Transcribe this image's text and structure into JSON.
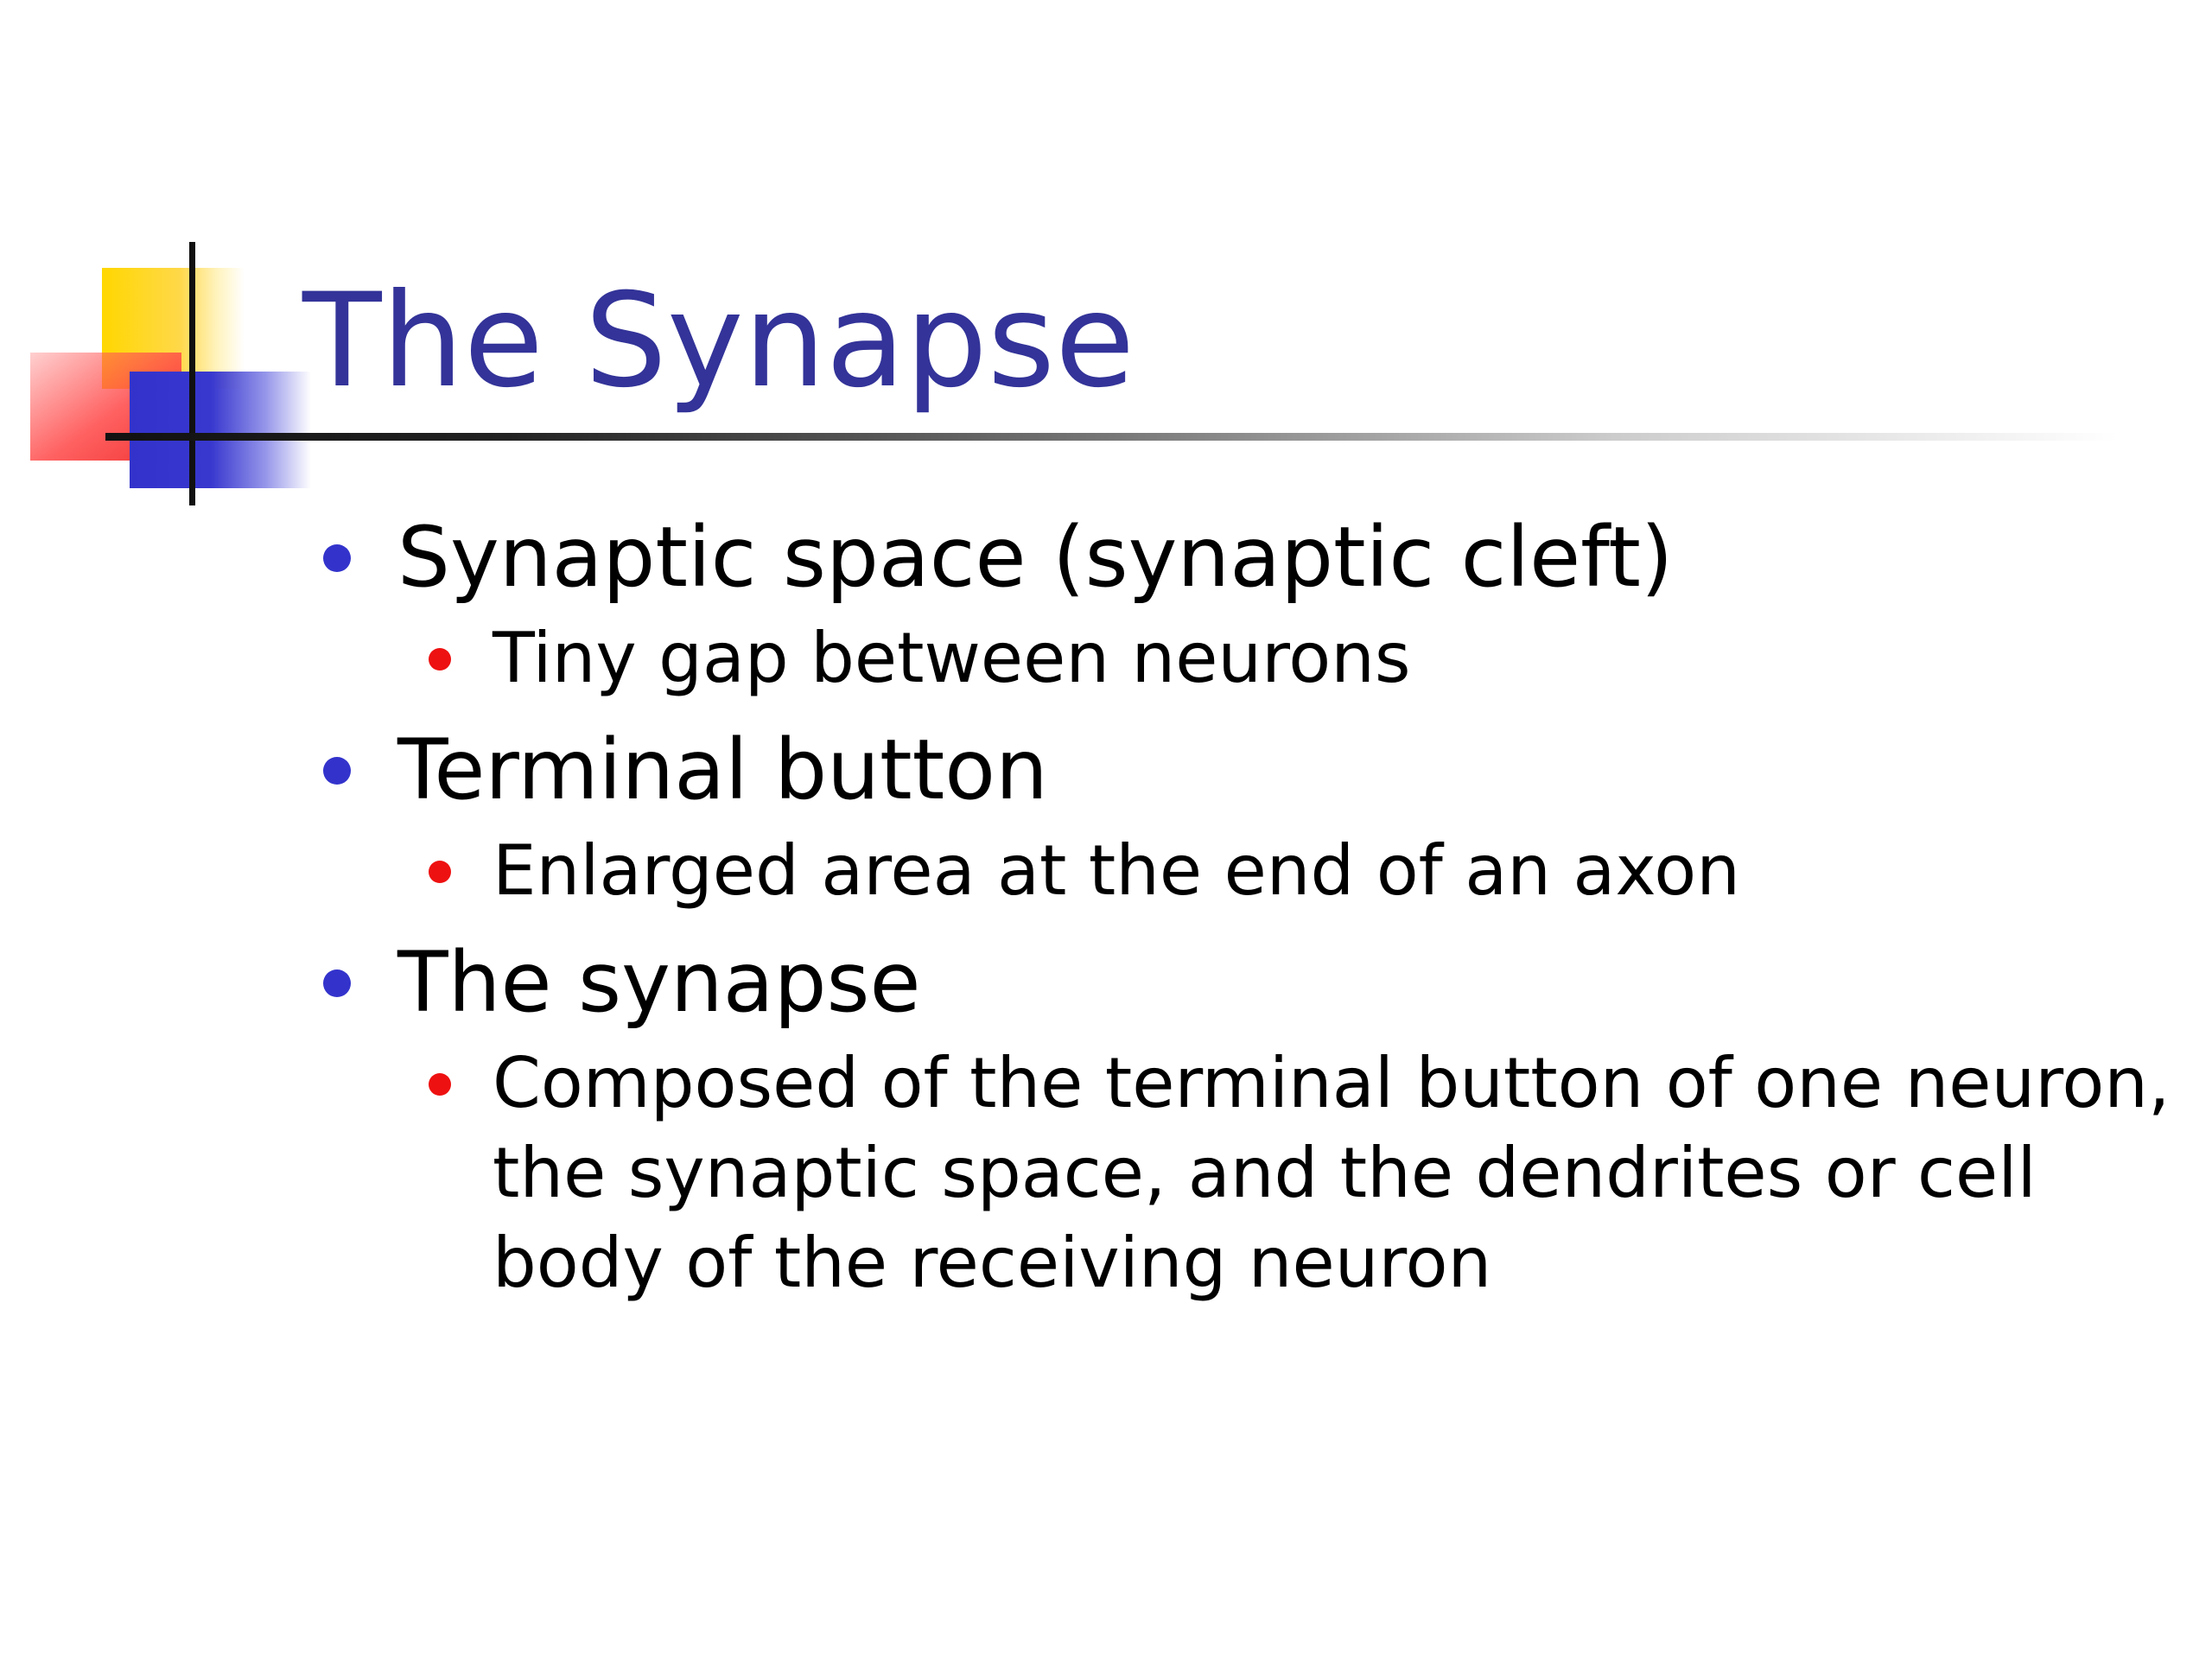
{
  "slide": {
    "title": "The Synapse",
    "colors": {
      "title": "#333399",
      "level1_bullet": "#3333cc",
      "level2_bullet": "#ee1111",
      "deco_yellow": "#ffd700",
      "deco_red": "#f03030",
      "deco_blue": "#3333cc"
    },
    "bullets": [
      {
        "text": "Synaptic space (synaptic cleft)",
        "sub": "Tiny gap between neurons"
      },
      {
        "text": "Terminal button",
        "sub": "Enlarged area at the end of an axon"
      },
      {
        "text": "The synapse",
        "sub": "Composed of the terminal button of one neuron, the synaptic space, and the dendrites or cell body of the receiving neuron"
      }
    ]
  }
}
